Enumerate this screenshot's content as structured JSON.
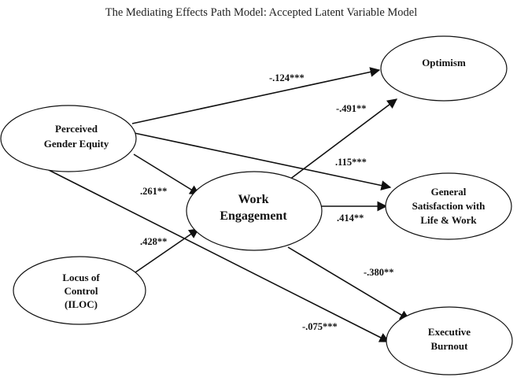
{
  "title": "The Mediating Effects Path Model: Accepted Latent Variable Model",
  "nodes": {
    "gender_equity": {
      "lines": [
        "Perceived",
        "Gender Equity"
      ]
    },
    "locus_control": {
      "lines": [
        "Locus of",
        "Control",
        "(ILOC)"
      ]
    },
    "work_engagement": {
      "lines": [
        "Work",
        "Engagement"
      ]
    },
    "optimism": {
      "lines": [
        "Optimism"
      ]
    },
    "satisfaction": {
      "lines": [
        "General",
        "Satisfaction with",
        "Life & Work"
      ]
    },
    "burnout": {
      "lines": [
        "Executive",
        "Burnout"
      ]
    }
  },
  "paths": {
    "ge_optimism": {
      "coef": "-.124***"
    },
    "ge_satisfaction": {
      "coef": ".115***"
    },
    "ge_engagement": {
      "coef": ".261**"
    },
    "ge_burnout": {
      "coef": "-.075***"
    },
    "loc_engagement": {
      "coef": ".428**"
    },
    "we_optimism": {
      "coef": "-.491**"
    },
    "we_satisfaction": {
      "coef": ".414**"
    },
    "we_burnout": {
      "coef": "-.380**"
    }
  }
}
